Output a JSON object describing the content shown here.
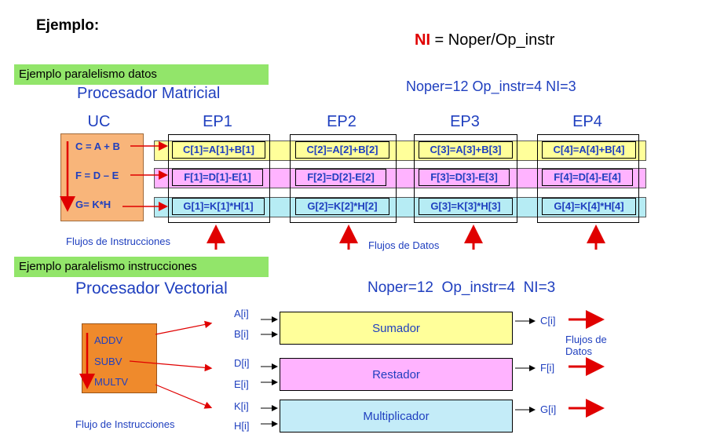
{
  "heading": "Ejemplo:",
  "formula": {
    "ni": "NI",
    "rest": " = Noper/Op_instr"
  },
  "data_section": {
    "tag": "Ejemplo paralelismo datos",
    "title": "Procesador Matricial",
    "params": "Noper=12 Op_instr=4 NI=3",
    "uc_label": "UC",
    "uc_lines": [
      "C = A + B",
      "F = D – E",
      "G= K*H"
    ],
    "ep_labels": [
      "EP1",
      "EP2",
      "EP3",
      "EP4"
    ],
    "rows": [
      [
        "C[1]=A[1]+B[1]",
        "C[2]=A[2]+B[2]",
        "C[3]=A[3]+B[3]",
        "C[4]=A[4]+B[4]"
      ],
      [
        "F[1]=D[1]-E[1]",
        "F[2]=D[2]-E[2]",
        "F[3]=D[3]-E[3]",
        "F[4]=D[4]-E[4]"
      ],
      [
        "G[1]=K[1]*H[1]",
        "G[2]=K[2]*H[2]",
        "G[3]=K[3]*H[3]",
        "G[4]=K[4]*H[4]"
      ]
    ],
    "flujos_instrucciones": "Flujos de Instrucciones",
    "flujos_datos": "Flujos de Datos"
  },
  "instr_section": {
    "tag": "Ejemplo paralelismo instrucciones",
    "title": "Procesador Vectorial",
    "params": "Noper=12  Op_instr=4  NI=3",
    "ops": [
      "ADDV",
      "SUBV",
      "MULTV"
    ],
    "flujo_instrucciones": "Flujo de Instrucciones",
    "units": [
      {
        "name": "Sumador",
        "inputs": [
          "A[i]",
          "B[i]"
        ],
        "output": "C[i]"
      },
      {
        "name": "Restador",
        "inputs": [
          "D[i]",
          "E[i]"
        ],
        "output": "F[i]"
      },
      {
        "name": "Multiplicador",
        "inputs": [
          "K[i]",
          "H[i]"
        ],
        "output": "G[i]"
      }
    ],
    "flujos_datos": "Flujos de\nDatos"
  },
  "colors": {
    "blue_text": "#1f3fbf",
    "red_arrow": "#e00000",
    "green_tag": "#92e56a",
    "uc_orange": "#f8b57a",
    "vec_orange": "#ef8a2c",
    "yellow": "#ffff9a",
    "pink": "#ffb3ff",
    "cyan": "#b6ecf4"
  }
}
